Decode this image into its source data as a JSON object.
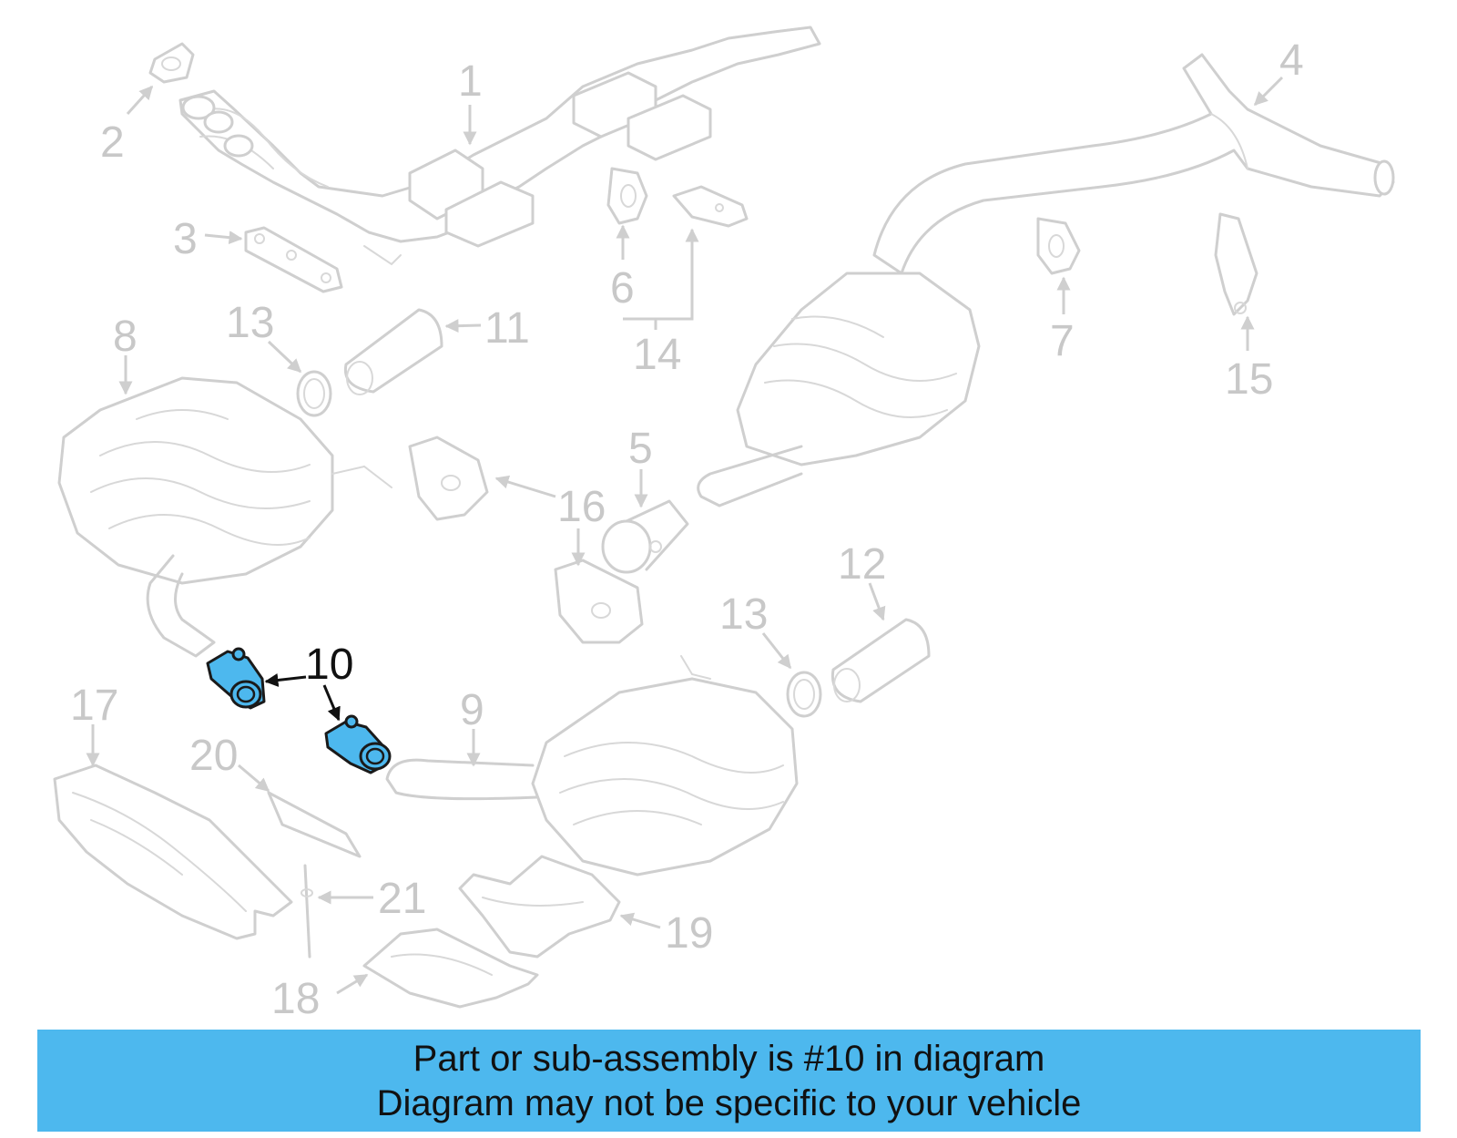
{
  "diagram": {
    "callouts": {
      "c1": "1",
      "c2": "2",
      "c3": "3",
      "c4": "4",
      "c5": "5",
      "c6": "6",
      "c7": "7",
      "c8": "8",
      "c9": "9",
      "c10": "10",
      "c11": "11",
      "c12": "12",
      "c13a": "13",
      "c13b": "13",
      "c14": "14",
      "c15": "15",
      "c16": "16",
      "c17": "17",
      "c18": "18",
      "c19": "19",
      "c20": "20",
      "c21": "21"
    },
    "highlight_color": "#4db8ee",
    "part_line_color": "#cfcfcf"
  },
  "banner": {
    "line1": "Part or sub-assembly is #10 in diagram",
    "line2": "Diagram may not be specific to your vehicle",
    "background": "#4db8ee"
  }
}
